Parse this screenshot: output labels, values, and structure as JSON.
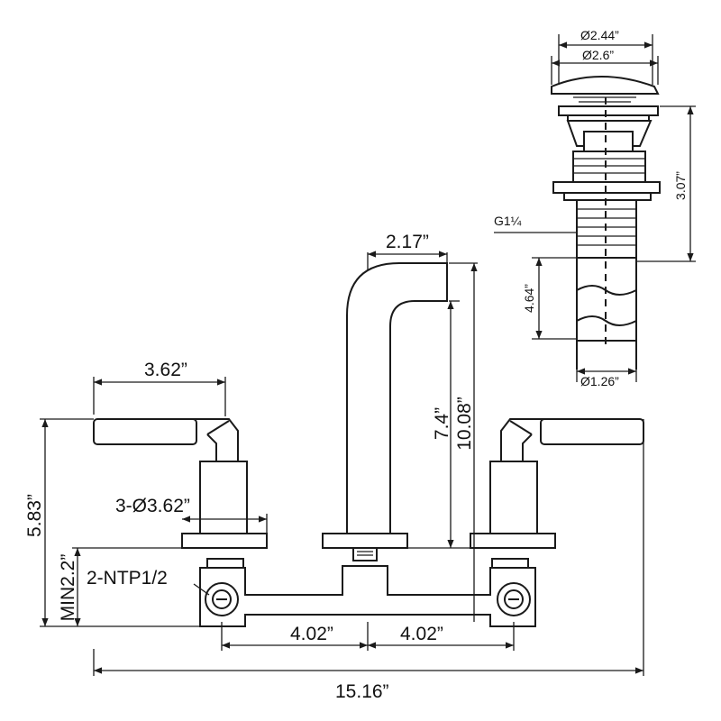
{
  "dimensions": {
    "spout_reach": "2.17”",
    "spout_height": "7.4”",
    "overall_height": "10.08”",
    "handle_length": "3.62”",
    "handle_height": "5.83”",
    "escutcheons": "3-Ø3.62”",
    "min_deck": "MIN2.2”",
    "inlet_thread": "2-NTP1/2",
    "center_left": "4.02”",
    "center_right": "4.02”",
    "overall_width": "15.16”"
  },
  "drain": {
    "cap_inner": "Ø2.44”",
    "cap_outer": "Ø2.6”",
    "thread": "G1¼",
    "body_height": "3.07”",
    "tail_length": "4.64”",
    "tail_diameter": "Ø1.26”"
  }
}
